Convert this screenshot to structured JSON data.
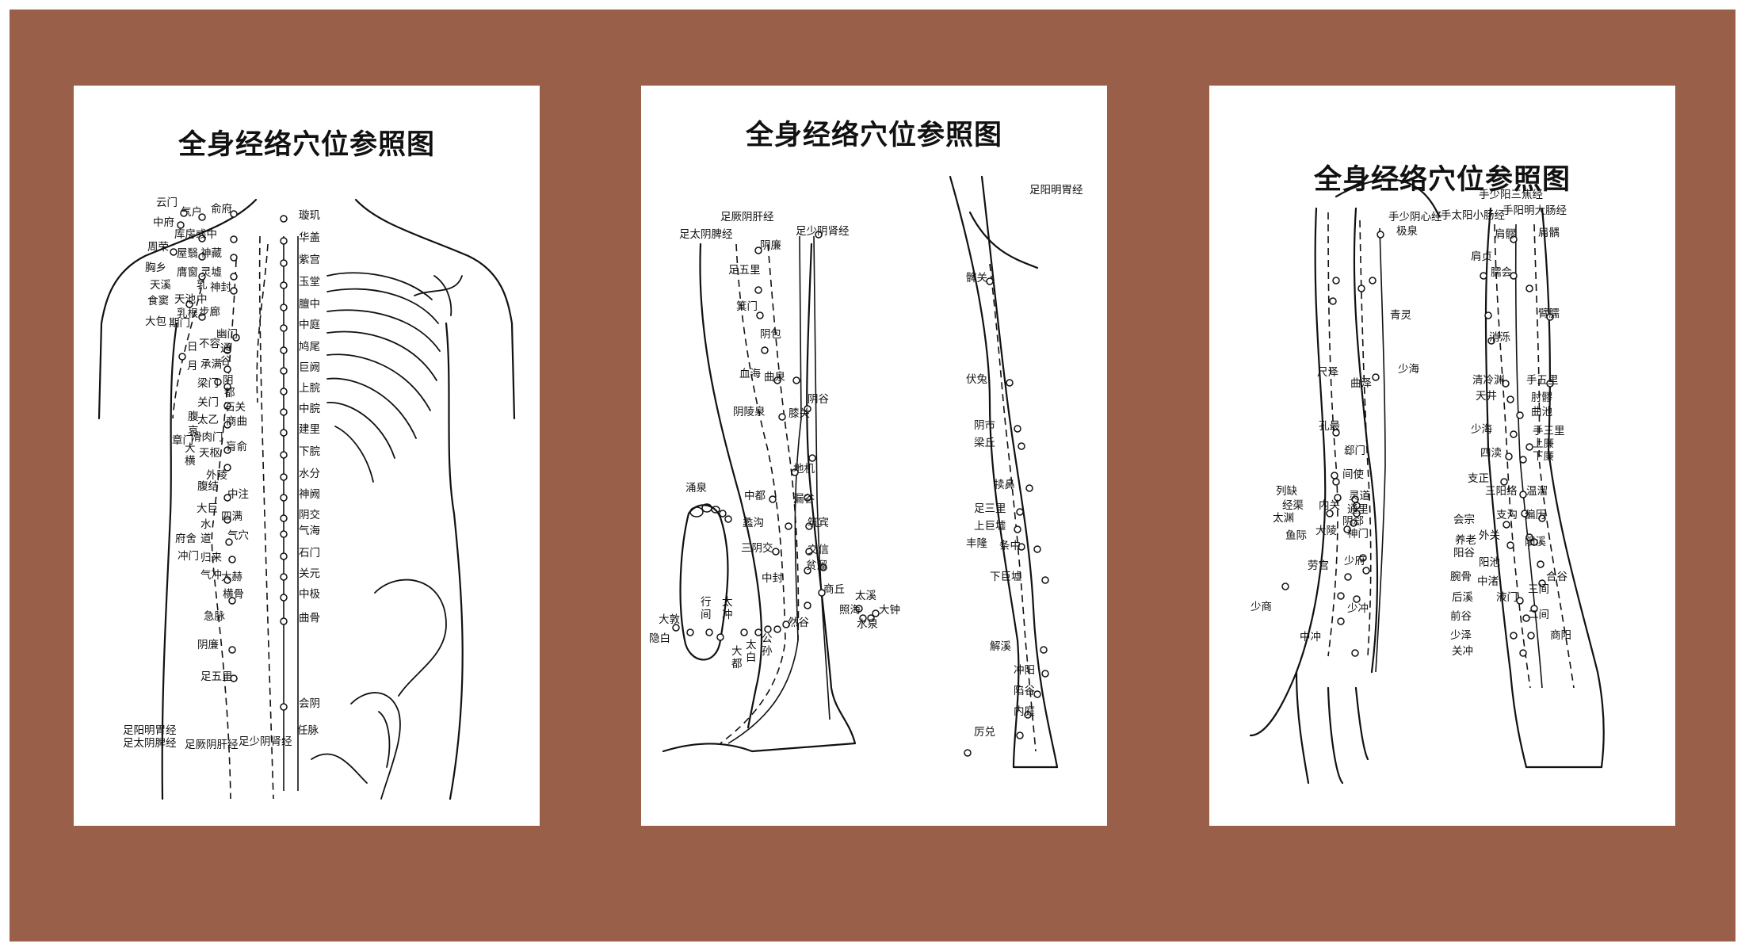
{
  "posters": [
    {
      "title": "全身经络穴位参照图",
      "labels": [
        "云门",
        "中府",
        "气户",
        "俞府",
        "璇玑",
        "库房",
        "彧中",
        "华盖",
        "周荣",
        "屋翳",
        "神藏",
        "紫宫",
        "胸乡",
        "膺窗",
        "灵墟",
        "玉堂",
        "天溪",
        "乳",
        "神封",
        "膻中",
        "食窦",
        "天池",
        "中",
        "中庭",
        "乳根",
        "步廊",
        "大包",
        "期门",
        "鸠尾",
        "幽门",
        "巨阙",
        "日",
        "不容",
        "通",
        "上脘",
        "月",
        "承满",
        "谷",
        "中脘",
        "梁门",
        "阴",
        "关门",
        "都",
        "建里",
        "腹",
        "石关",
        "哀",
        "太乙",
        "商曲",
        "下脘",
        "章门",
        "滑肉门",
        "水分",
        "大",
        "天枢",
        "肓俞",
        "神阙",
        "横",
        "外陵",
        "阴交",
        "腹结",
        "中注",
        "气海",
        "大巨",
        "四满",
        "石门",
        "水",
        "关元",
        "府舍",
        "道",
        "气穴",
        "中极",
        "冲门",
        "归来",
        "大赫",
        "气冲",
        "横骨",
        "曲骨",
        "急脉",
        "阴廉",
        "会阴",
        "足五里",
        "足阳明胃经",
        "任脉",
        "足太阴脾经",
        "足厥阴肝经",
        "足少阴肾经"
      ]
    },
    {
      "title": "全身经络穴位参照图",
      "labels": [
        "足厥阴肝经",
        "足太阴脾经",
        "足少阴肾经",
        "阴廉",
        "足五里",
        "箕门",
        "阴包",
        "血海",
        "曲泉",
        "阴谷",
        "阴陵泉",
        "膝关",
        "涌泉",
        "地机",
        "中都",
        "漏谷",
        "蠡沟",
        "筑宾",
        "三阴交",
        "交信",
        "中封",
        "贫溜",
        "商丘",
        "行",
        "间",
        "太",
        "冲",
        "太溪",
        "照海",
        "大钟",
        "水泉",
        "大敦",
        "然谷",
        "隐白",
        "公",
        "孙",
        "太",
        "白",
        "大",
        "都",
        "足阳明胃经",
        "髀关",
        "伏兔",
        "阴市",
        "梁丘",
        "犊鼻",
        "足三里",
        "上巨墟",
        "丰隆",
        "条中",
        "下巨墟",
        "解溪",
        "冲阳",
        "陷谷",
        "内庭",
        "厉兑"
      ]
    },
    {
      "title": "全身经络穴位参照图",
      "labels": [
        "手少阳三焦经",
        "手阳明大肠经",
        "手太阳小肠经",
        "手少阴心经",
        "极泉",
        "肩髎",
        "肩髃",
        "肩贞",
        "臑会",
        "青灵",
        "臂臑",
        "消泺",
        "少海",
        "尺泽",
        "曲泽",
        "清冷渊",
        "手五里",
        "天井",
        "肘髎",
        "曲池",
        "孔最",
        "少海",
        "手三里",
        "上廉",
        "郄门",
        "四渎",
        "下廉",
        "间使",
        "支正",
        "三阳络",
        "温溜",
        "列缺",
        "灵道",
        "经渠",
        "内关",
        "通里",
        "太渊",
        "会宗",
        "支沟",
        "偏历",
        "大陵",
        "阴郄",
        "神门",
        "鱼际",
        "外关",
        "养老",
        "阳溪",
        "阳谷",
        "阳池",
        "劳宫",
        "少府",
        "腕骨",
        "中渚",
        "合谷",
        "三间",
        "少商",
        "后溪",
        "液门",
        "少冲",
        "前谷",
        "二间",
        "中冲",
        "少泽",
        "关冲",
        "商阳"
      ]
    }
  ]
}
